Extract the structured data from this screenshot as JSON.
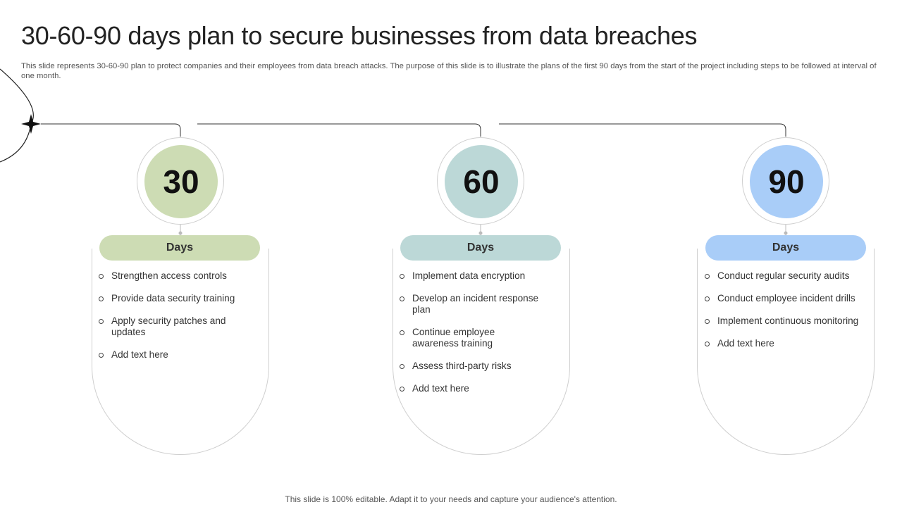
{
  "title": "30-60-90 days plan to secure businesses from data breaches",
  "subtitle": "This slide represents 30-60-90 plan to protect companies and their employees from data breach attacks. The purpose of this slide is to illustrate the plans of the first 90 days from the start of the project including steps to be followed at interval of one month.",
  "phases": [
    {
      "number": "30",
      "label": "Days",
      "color": "#cddcb4",
      "items": [
        "Strengthen access controls",
        "Provide  data security training",
        "Apply security patches and updates",
        "Add text here"
      ]
    },
    {
      "number": "60",
      "label": "Days",
      "color": "#bcd8d7",
      "items": [
        "Implement  data encryption",
        "Develop  an incident response plan",
        "Continue  employee\nawareness  training",
        "Assess third-party risks",
        "Add text here"
      ]
    },
    {
      "number": "90",
      "label": "Days",
      "color": "#a9cdf8",
      "items": [
        "Conduct regular security audits",
        "Conduct  employee incident drills",
        "Implement continuous monitoring",
        "Add text here"
      ]
    }
  ],
  "footer": "This slide is 100% editable. Adapt it to your needs and capture your audience's attention.",
  "icons": {
    "decor_star": "four-point-star-icon",
    "bullet": "hollow-circle-bullet"
  }
}
